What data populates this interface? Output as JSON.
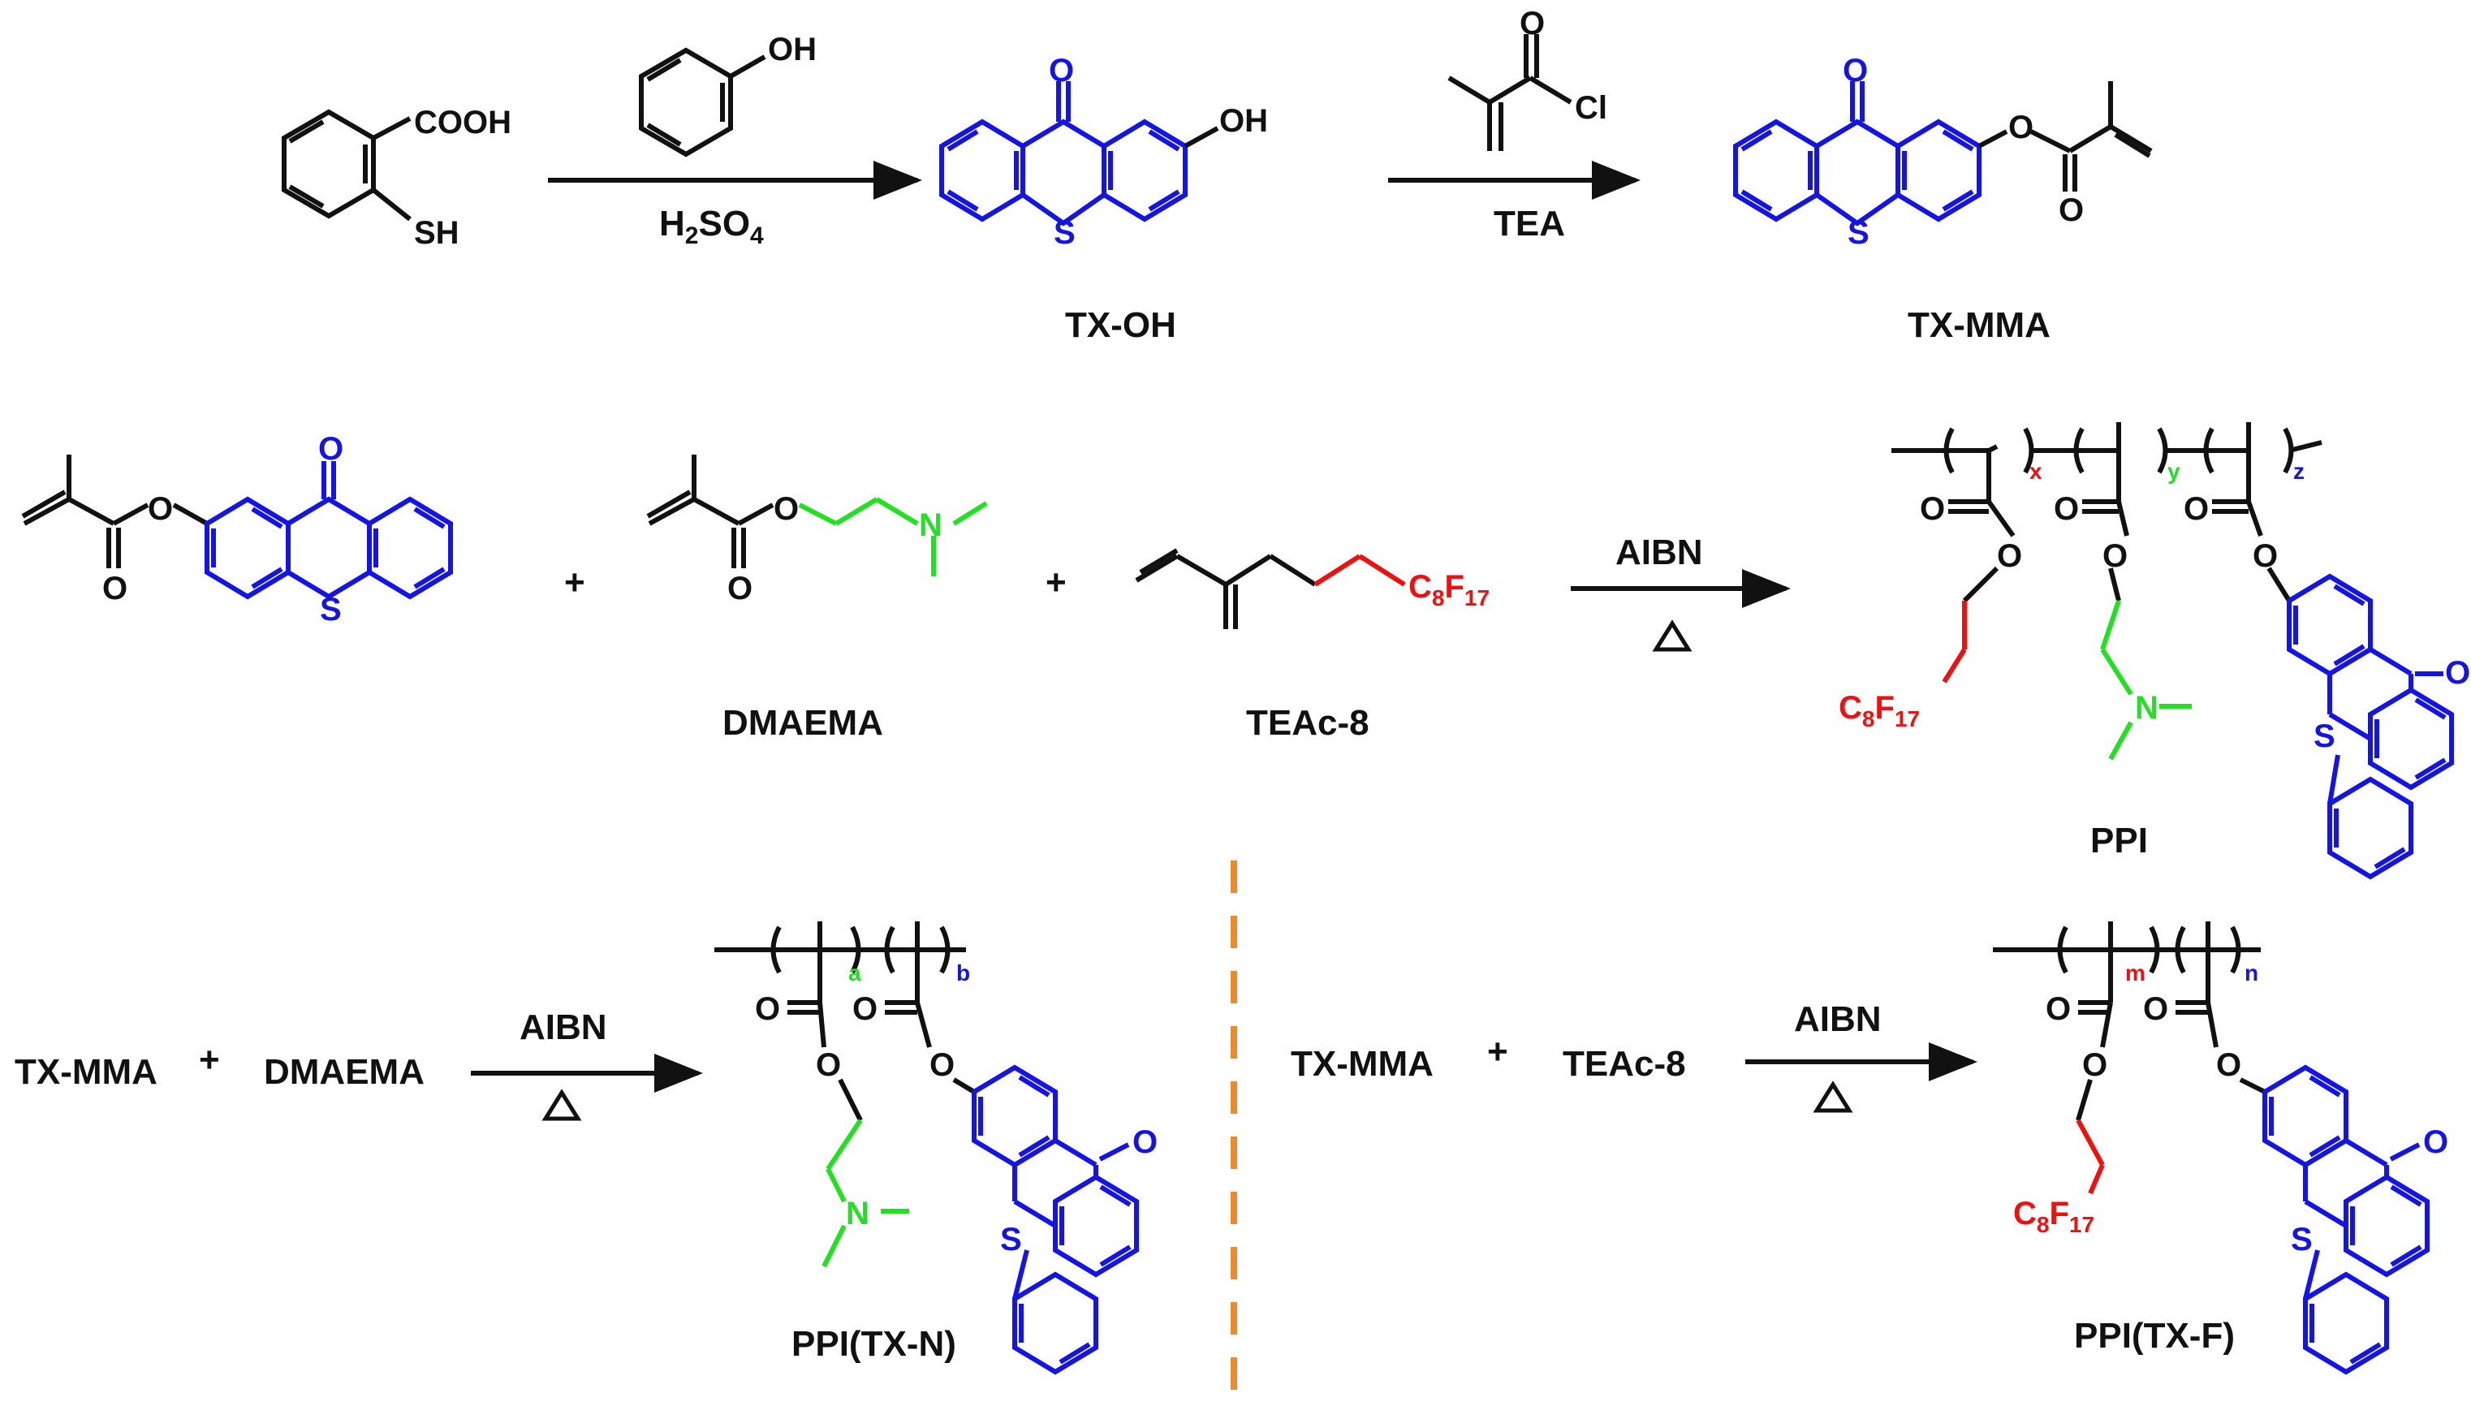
{
  "colors": {
    "black": "#111111",
    "blue": "#1414e6",
    "green": "#22e022",
    "red": "#f01010",
    "divider": "#ee8a2e"
  },
  "row1": {
    "start_groups": [
      "COOH",
      "SH"
    ],
    "phenol_group": "OH",
    "arrow1_reagent": "H2SO4",
    "tx_oh_group": "OH",
    "tx_oh_ketone": "O",
    "tx_oh_sulfur": "S",
    "tx_oh_label": "TX-OH",
    "acyl_O": "O",
    "acyl_Cl": "Cl",
    "arrow2_reagent": "TEA",
    "txmma_ketone": "O",
    "txmma_sulfur": "S",
    "txmma_ester_O": "O",
    "txmma_carbonyl_O": "O",
    "tx_mma_label": "TX-MMA"
  },
  "row2": {
    "m1_ester_O": "O",
    "m1_carbonyl_O": "O",
    "m1_ketone": "O",
    "m1_sulfur": "S",
    "plus1": "+",
    "m2_ester_O": "O",
    "m2_carbonyl_O": "O",
    "m2_N": "N",
    "m2_label": "DMAEMA",
    "plus2": "+",
    "m3_group_main": "C8F17",
    "m3_label": "TEAc-8",
    "reagent": "AIBN",
    "heat": "Δ",
    "pp_subs": [
      "x",
      "y",
      "z"
    ],
    "pp_O": "O",
    "pp_N": "N",
    "pp_S": "S",
    "pp_F": "C8F17",
    "pp_label": "PPI"
  },
  "row3": {
    "left_m1": "TX-MMA",
    "left_plus": "+",
    "left_m2": "DMAEMA",
    "left_reagent": "AIBN",
    "left_subs": [
      "a",
      "b"
    ],
    "left_label": "PPI(TX-N)",
    "right_m1": "TX-MMA",
    "right_plus": "+",
    "right_m2": "TEAc-8",
    "right_reagent": "AIBN",
    "right_subs": [
      "m",
      "n"
    ],
    "right_label": "PPI(TX-F)",
    "O": "O",
    "N": "N",
    "S": "S",
    "F": "C8F17"
  }
}
